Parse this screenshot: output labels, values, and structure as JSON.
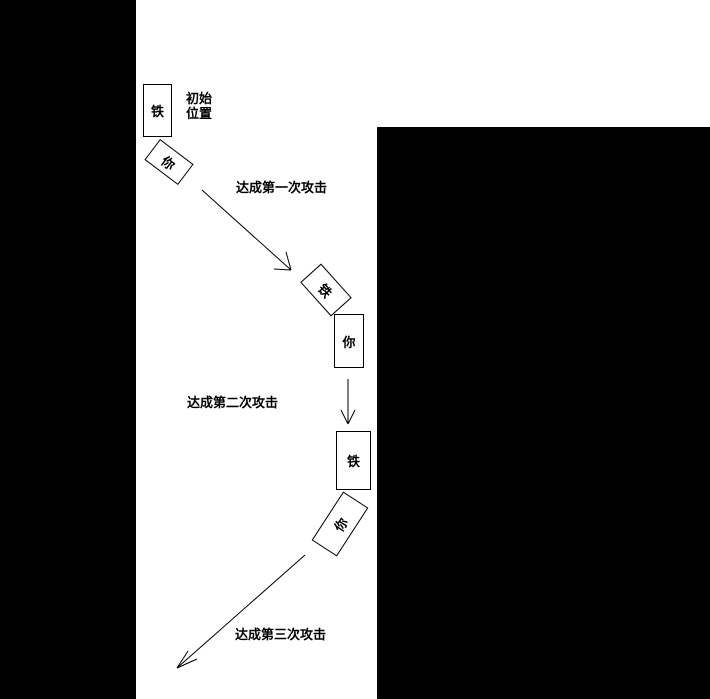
{
  "diagram": {
    "labels": {
      "initial_position_line1": "初始",
      "initial_position_line2": "位置",
      "attack1": "达成第一次攻击",
      "attack2": "达成第二次攻击",
      "attack3": "达成第三次攻击"
    },
    "pieces": {
      "iron": "铁",
      "you": "你"
    },
    "colors": {
      "background": "#ffffff",
      "stroke": "#000000",
      "mask": "#000000"
    }
  }
}
